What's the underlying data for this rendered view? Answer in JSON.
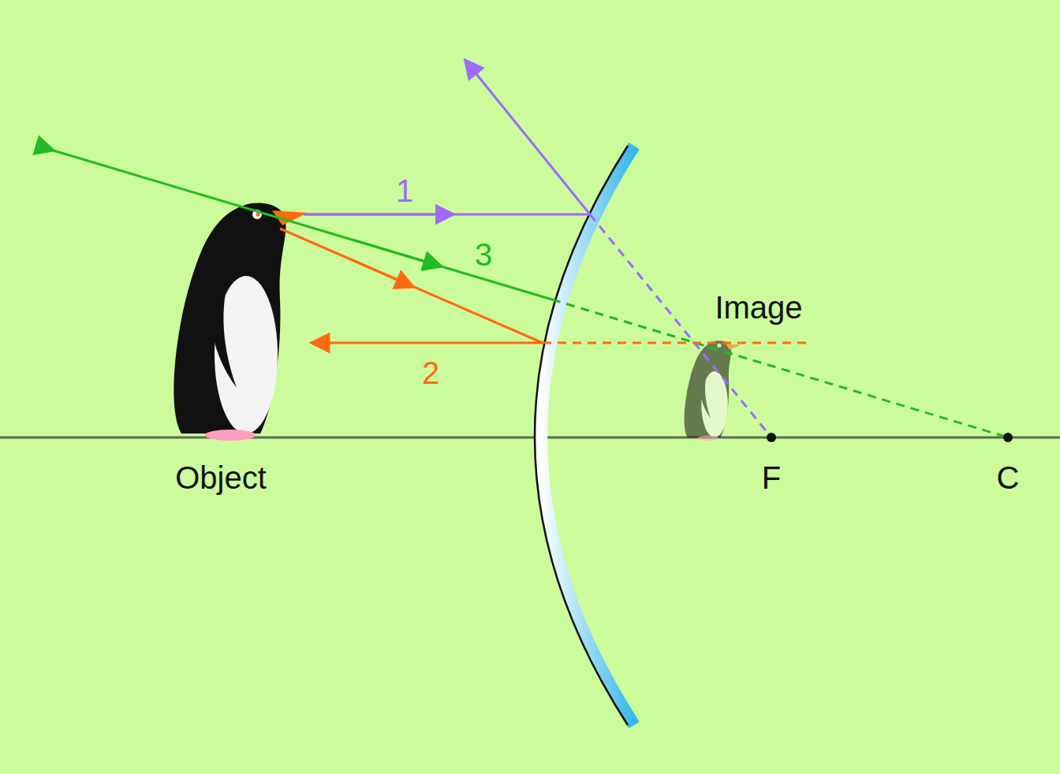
{
  "diagram": {
    "labels": [
      "1",
      "3",
      "Image",
      "2",
      "Object",
      "F",
      "C"
    ]
  }
}
